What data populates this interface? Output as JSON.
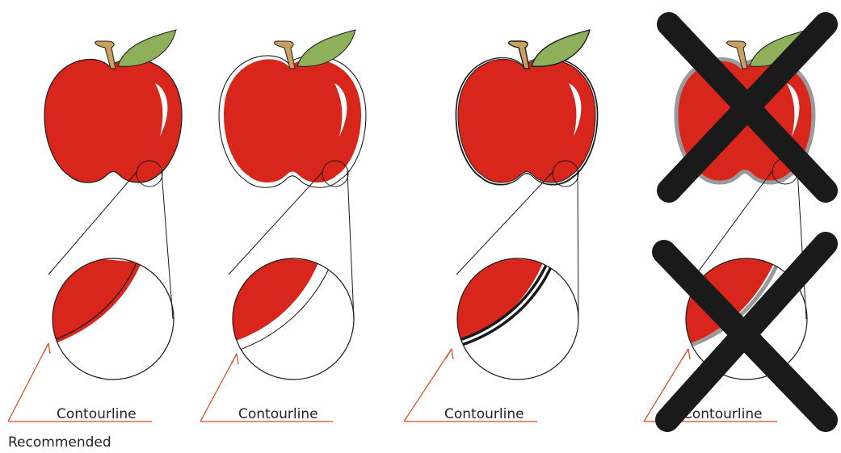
{
  "colors": {
    "apple_red": "#d9261c",
    "leaf_green": "#8fb05a",
    "stem_tan": "#c9a15e",
    "contour_gray": "#9a9a9a",
    "pointer_orange": "#d04a26",
    "cross_black": "#1a1a1a"
  },
  "panels": [
    {
      "label": "Contourline",
      "contour_style": "thin-inside"
    },
    {
      "label": "Contourline",
      "contour_style": "outside-gap"
    },
    {
      "label": "Contourline",
      "contour_style": "thick-black-white"
    },
    {
      "label": "Contourline",
      "contour_style": "gray-crossed-out"
    }
  ],
  "footer": {
    "note": "Recommended"
  }
}
